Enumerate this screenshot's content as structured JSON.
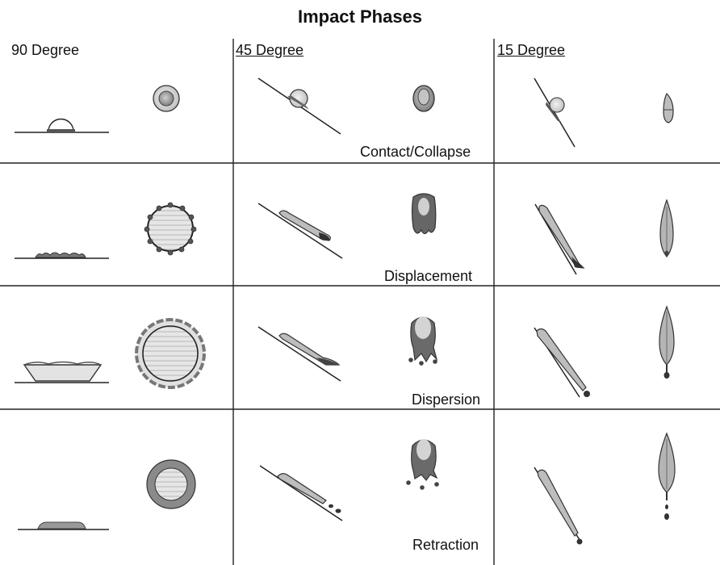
{
  "title": "Impact Phases",
  "columns": [
    {
      "label": "90 Degree"
    },
    {
      "label": "45 Degree"
    },
    {
      "label": "15 Degree"
    }
  ],
  "phases": [
    {
      "label": "Contact/Collapse"
    },
    {
      "label": "Displacement"
    },
    {
      "label": "Dispersion"
    },
    {
      "label": "Retraction"
    }
  ]
}
